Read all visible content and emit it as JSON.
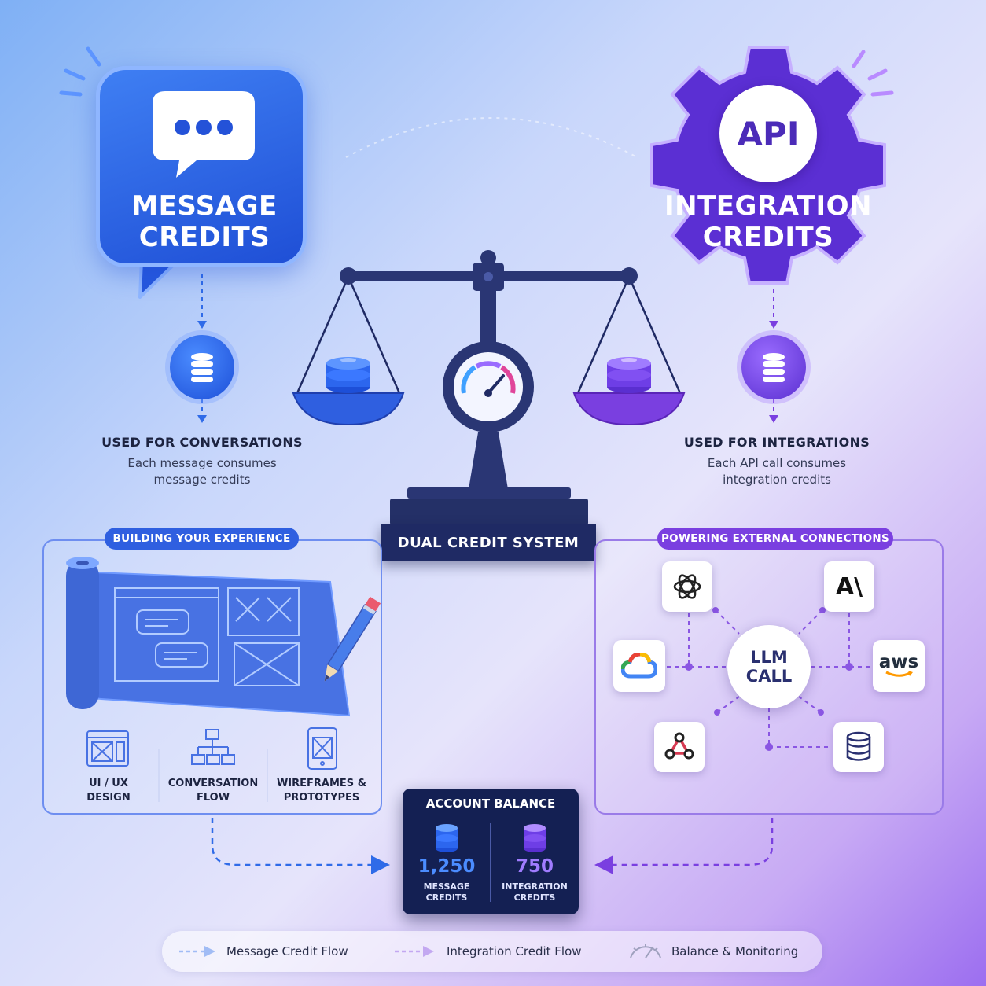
{
  "message_credits": {
    "title_line1": "MESSAGE",
    "title_line2": "CREDITS",
    "heading": "USED FOR CONVERSATIONS",
    "desc_line1": "Each message consumes",
    "desc_line2": "message credits"
  },
  "integration_credits": {
    "badge": "API",
    "title_line1": "INTEGRATION",
    "title_line2": "CREDITS",
    "heading": "USED FOR INTEGRATIONS",
    "desc_line1": "Each API call consumes",
    "desc_line2": "integration credits"
  },
  "center": {
    "plaque": "DUAL CREDIT SYSTEM"
  },
  "left_panel": {
    "pill": "BUILDING YOUR EXPERIENCE",
    "items": [
      {
        "line1": "UI / UX",
        "line2": "DESIGN"
      },
      {
        "line1": "CONVERSATION",
        "line2": "FLOW"
      },
      {
        "line1": "WIREFRAMES &",
        "line2": "PROTOTYPES"
      }
    ]
  },
  "right_panel": {
    "pill": "POWERING EXTERNAL CONNECTIONS",
    "hub_line1": "LLM",
    "hub_line2": "CALL",
    "tiles": [
      "openai-icon",
      "anthropic-icon",
      "google-cloud-icon",
      "aws-icon",
      "webhook-icon",
      "database-icon"
    ],
    "anthropic_text": "A\\",
    "aws_text": "aws"
  },
  "balance": {
    "title": "ACCOUNT BALANCE",
    "message_value": "1,250",
    "message_label_line1": "MESSAGE",
    "message_label_line2": "CREDITS",
    "integration_value": "750",
    "integration_label_line1": "INTEGRATION",
    "integration_label_line2": "CREDITS"
  },
  "legend": {
    "message_flow": "Message Credit Flow",
    "integration_flow": "Integration Credit Flow",
    "monitoring": "Balance & Monitoring"
  },
  "colors": {
    "blue": "#2f5fe0",
    "purple": "#7a3fe0",
    "navy": "#1f2a64"
  }
}
